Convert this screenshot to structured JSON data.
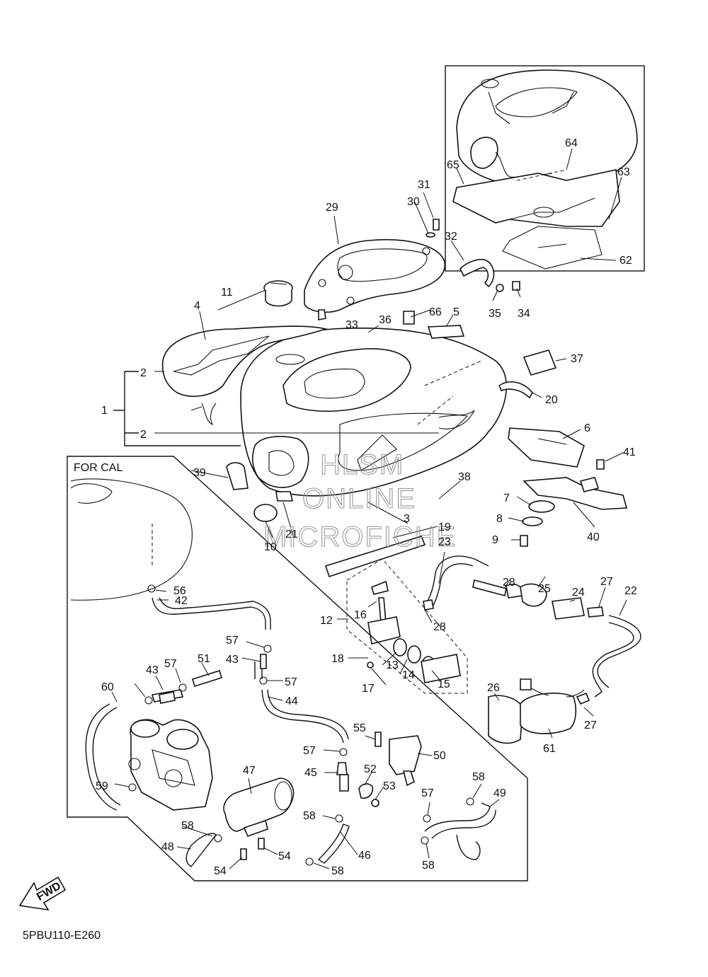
{
  "diagram": {
    "code": "5PBU110-E260",
    "region_label": "FOR CAL",
    "fwd_label": "FWD",
    "watermark": [
      "HLSM",
      "ONLINE",
      "MICROFICHE"
    ],
    "callouts": [
      "1",
      "2",
      "2",
      "3",
      "4",
      "5",
      "6",
      "7",
      "8",
      "9",
      "10",
      "11",
      "12",
      "13",
      "14",
      "15",
      "16",
      "17",
      "18",
      "19",
      "20",
      "21",
      "22",
      "23",
      "24",
      "25",
      "26",
      "27",
      "27",
      "28",
      "28",
      "29",
      "30",
      "31",
      "32",
      "33",
      "34",
      "35",
      "36",
      "37",
      "38",
      "39",
      "40",
      "41",
      "42",
      "43",
      "43",
      "44",
      "45",
      "46",
      "47",
      "48",
      "49",
      "50",
      "51",
      "52",
      "53",
      "54",
      "54",
      "55",
      "56",
      "57",
      "57",
      "57",
      "57",
      "57",
      "58",
      "58",
      "58",
      "58",
      "58",
      "59",
      "60",
      "61",
      "62",
      "63",
      "64",
      "65",
      "66"
    ]
  }
}
